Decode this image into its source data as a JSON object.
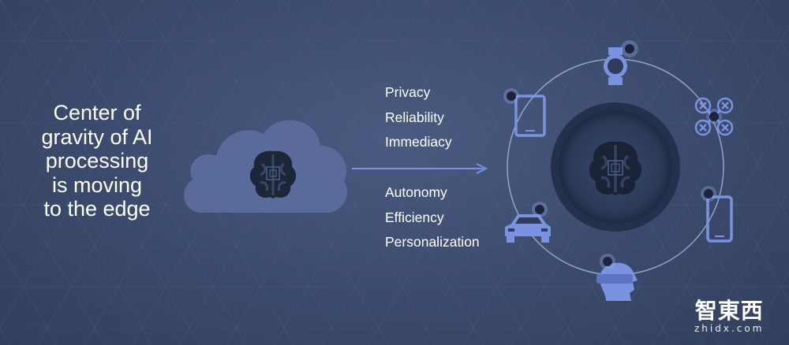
{
  "headline": {
    "lines": [
      "Center of",
      "gravity of AI",
      "processing",
      "is moving",
      "to the edge"
    ]
  },
  "benefits_top": [
    "Privacy",
    "Reliability",
    "Immediacy"
  ],
  "benefits_bottom": [
    "Autonomy",
    "Efficiency",
    "Personalization"
  ],
  "icons": {
    "cloud": "cloud-icon",
    "brain": "brain-chip-icon",
    "arrow": "arrow-right-icon",
    "devices": [
      "smartwatch-icon",
      "drone-icon",
      "smartphone-icon",
      "vr-headset-icon",
      "car-icon",
      "tablet-icon"
    ]
  },
  "colors": {
    "accent": "#7a93e0",
    "cloud": "#5c6e9e",
    "ring": "#a9b8dd",
    "text": "#ffffff"
  },
  "watermark": {
    "main": "智東西",
    "sub": "zhidx.com"
  }
}
